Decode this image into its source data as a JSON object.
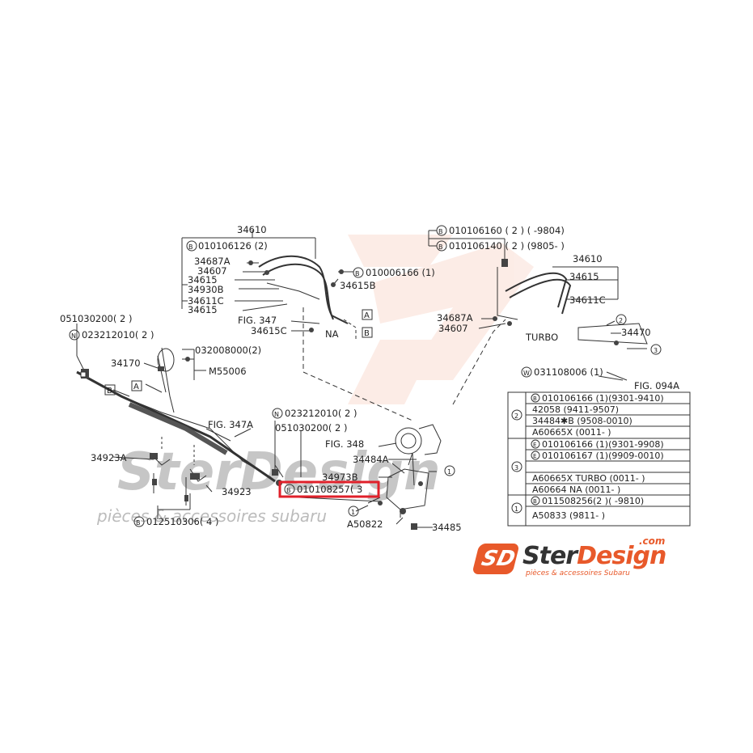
{
  "title": "34610",
  "labels": {
    "l34610a": "34610",
    "b010106126": "010106126 (2)",
    "l34687A_a": "34687A",
    "l34607_a": "34607",
    "l34615_a": "34615",
    "l34930B": "34930B",
    "l34611C_a": "34611C",
    "l34615_b": "34615",
    "b010006166": "010006166 (1)",
    "l34615B": "34615B",
    "fig347": "FIG. 347",
    "l34615C": "34615C",
    "na": "NA",
    "boxA": "A",
    "boxB": "B",
    "b010106160": "010106160 ( 2 )  (    -9804)",
    "b010106140": "010106140 ( 2 )  (9805-    )",
    "l34610b": "34610",
    "l34615_c": "34615",
    "l34611C_b": "34611C",
    "l34687A_b": "34687A",
    "l34607_b": "34607",
    "turbo": "TURBO",
    "c2": "2",
    "l34470": "34470",
    "c3": "3",
    "w031108006": "031108006 (1)",
    "fig094A": "FIG. 094A",
    "l051030200a": "051030200( 2  )",
    "n023212010a": "023212010( 2  )",
    "l34170": "34170",
    "l032008000": "032008000(2)",
    "m55006": "M55006",
    "boxB2": "B",
    "boxA2": "A",
    "fig347A": "FIG. 347A",
    "n023212010b": "023212010( 2  )",
    "l051030200b": "051030200( 2  )",
    "fig348": "FIG. 348",
    "l34484A": "34484A",
    "l34973B": "34973B",
    "b010108257": "010108257( 3",
    "c1a": "1",
    "c1b": "1",
    "a50822": "A50822",
    "l34485": "34485",
    "l34923A": "34923A",
    "l34923": "34923",
    "b012510306": "012510306( 4  )"
  },
  "table": {
    "g2": {
      "num": "2",
      "rows": [
        "010106166 (1)(9301-9410)",
        "42058 (9411-9507)",
        "34484✱B (9508-0010)",
        "A60665X (0011-      )"
      ]
    },
    "g3": {
      "num": "3",
      "rows": [
        "010106166 (1)(9301-9908)",
        "010106167 (1)(9909-0010)",
        "A60665X TURBO (0011-      )",
        "A60664  NA (0011-      )"
      ]
    },
    "g1": {
      "num": "1",
      "rows": [
        "011508256(2 )(      -9810)",
        "A50833 (9811-      )"
      ]
    },
    "prefixes": {
      "B": "B",
      "E": "E",
      "N": "N",
      "W": "W"
    }
  },
  "highlight_color": "#e0202a",
  "brand_color": "#e8592a",
  "logo": {
    "mark": "SD",
    "name_a": "Ster",
    "name_b": "Design",
    "com": ".com",
    "tagline": "pièces & accessoires Subaru"
  },
  "watermark": {
    "text": "SterDesign",
    "tagline": "pièces & accessoires subaru"
  }
}
